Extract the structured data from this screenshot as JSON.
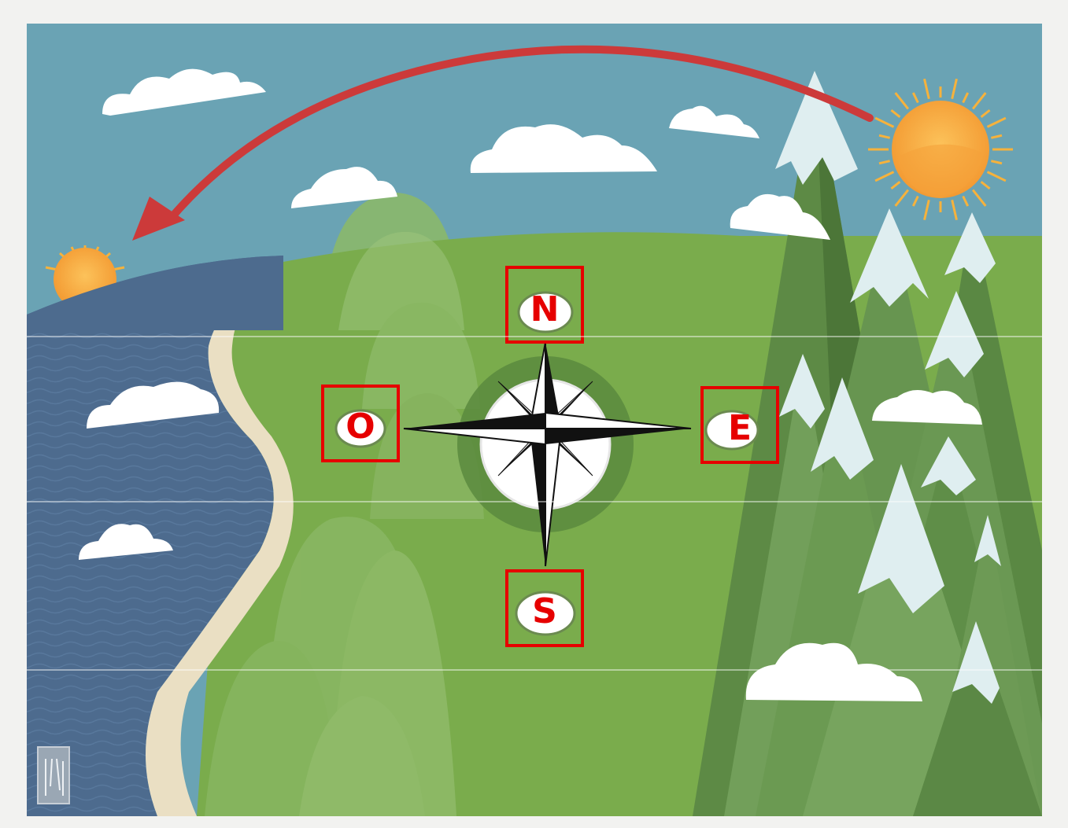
{
  "colors": {
    "sky": "#6aa3b4",
    "sea": "#4d6b8e",
    "sand": "#eadfc3",
    "grass": "#7aac4c",
    "mountain": "#5d8a45",
    "snow": "#dfeef0",
    "sun": "#f7ab3e",
    "arrow": "#cc3a3a",
    "highlight_box": "#e60000",
    "label_text": "#e60000"
  },
  "compass": {
    "north": "N",
    "south": "S",
    "east": "E",
    "west": "O"
  },
  "icons": {
    "rising_sun": "sun-icon",
    "setting_sun": "sun-icon",
    "path_arrow": "curved-arrow-icon",
    "compass_rose": "compass-rose-icon",
    "corner_logo": "logo-icon"
  }
}
